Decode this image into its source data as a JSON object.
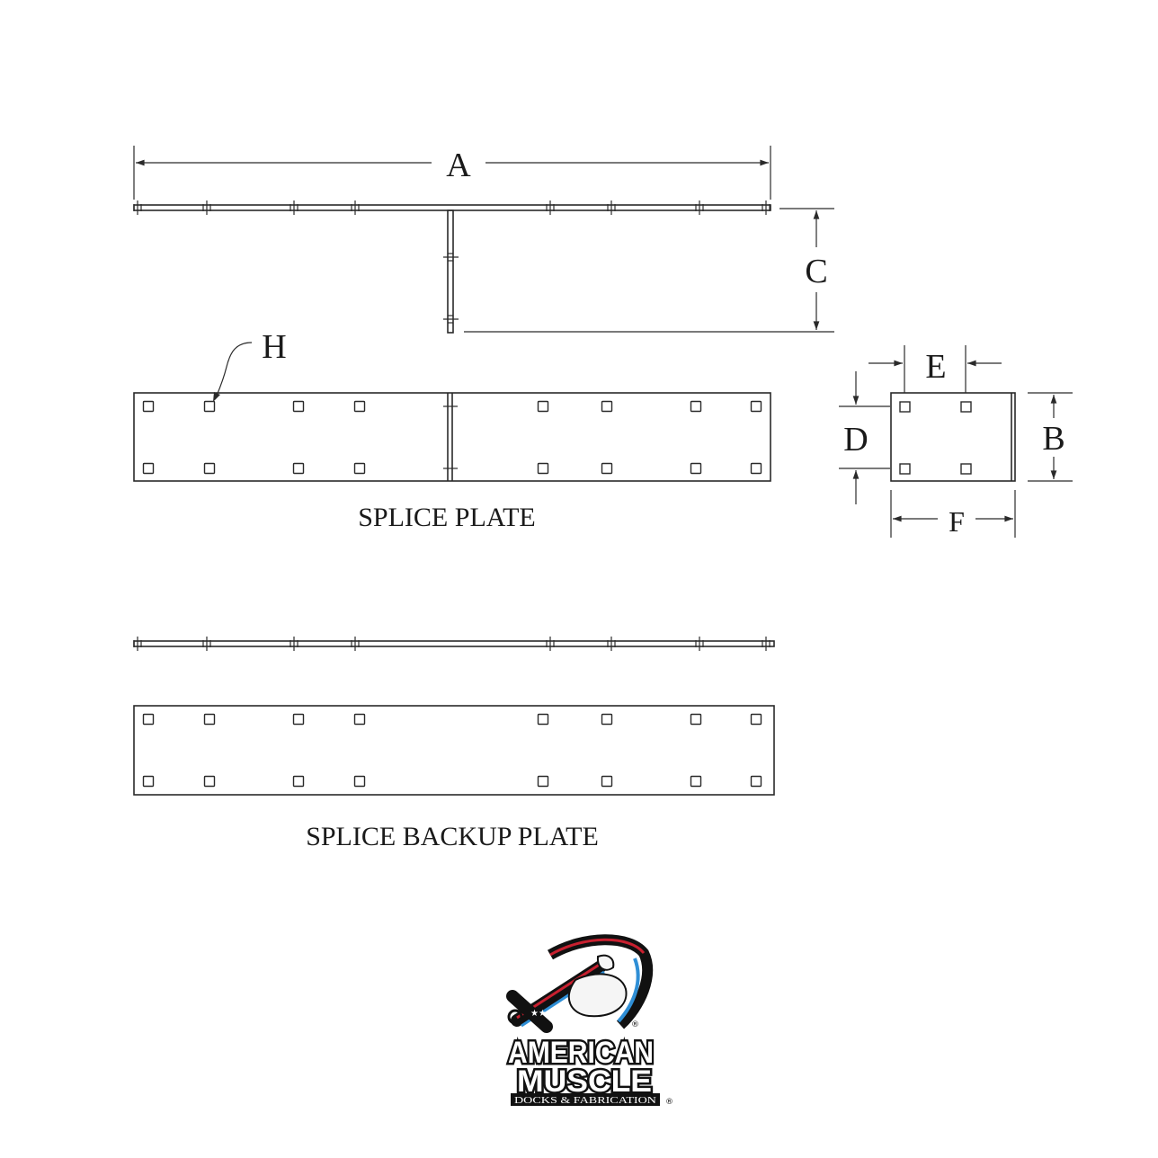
{
  "diagram": {
    "dimension_labels": {
      "A": "A",
      "B": "B",
      "C": "C",
      "D": "D",
      "E": "E",
      "F": "F",
      "H": "H"
    },
    "captions": {
      "splice_plate": "SPLICE PLATE",
      "splice_backup_plate": "SPLICE BACKUP PLATE"
    },
    "splice_plate": {
      "hole_x": [
        165,
        233,
        332,
        400,
        604,
        675,
        774,
        841
      ],
      "hole_rows_y": [
        452,
        521
      ]
    },
    "backup_plate": {
      "hole_x": [
        165,
        233,
        332,
        400,
        604,
        675,
        774,
        841
      ],
      "hole_rows_y": [
        800,
        869
      ]
    },
    "side_view_bolt_x": [
      153,
      230,
      327,
      395,
      612,
      680,
      778,
      852
    ]
  },
  "logo": {
    "line1": "AMERICAN",
    "line2": "MUSCLE",
    "line3": "DOCKS & FABRICATION",
    "registered": "®",
    "colors": {
      "red": "#c8202f",
      "blue": "#2f8fd6",
      "black": "#111111",
      "grey": "#9a9a9a"
    }
  }
}
